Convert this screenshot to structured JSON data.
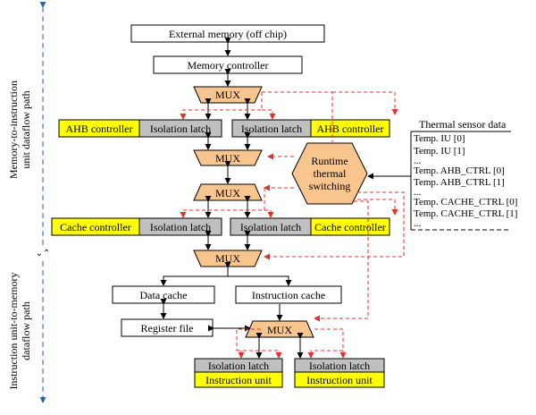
{
  "side_labels": {
    "top": [
      "Memory-to-instruction",
      "unit dataflow path"
    ],
    "bottom": [
      "Instruction unit-to-memory",
      "dataflow path"
    ]
  },
  "blocks": {
    "external_memory": "External memory (off chip)",
    "memory_controller": "Memory controller",
    "mux": "MUX",
    "ahb_controller": "AHB controller",
    "isolation_latch": "Isolation latch",
    "cache_controller": "Cache controller",
    "data_cache": "Data cache",
    "instruction_cache": "Instruction cache",
    "register_file": "Register file",
    "instruction_unit": "Instruction unit",
    "runtime_switching": [
      "Runtime",
      "thermal",
      "switching"
    ]
  },
  "thermal_sensor": {
    "title": "Thermal sensor data",
    "lines": [
      "Temp. IU [0]",
      "Temp. IU [1]",
      "...",
      "Temp. AHB_CTRL [0]",
      "Temp. AHB_CTRL [1]",
      "...",
      "Temp. CACHE_CTRL [0]",
      "Temp. CACHE_CTRL [1]",
      "..."
    ]
  },
  "colors": {
    "controller_fill": "#ffff00",
    "latch_fill": "#c0c0c0",
    "mux_fill": "#f9c58f",
    "switch_fill": "#f9c58f",
    "control_line": "#e8302a",
    "divider_line": "#2f5fb3"
  }
}
